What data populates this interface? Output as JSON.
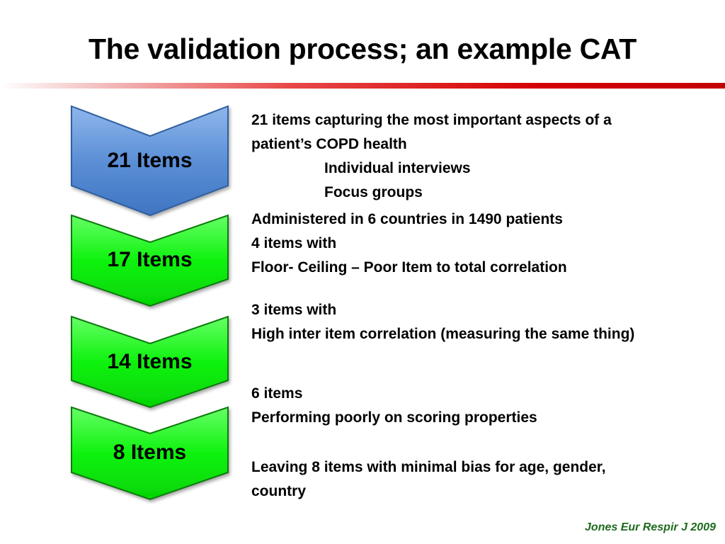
{
  "slide": {
    "title": "The validation process; an example CAT",
    "citation": "Jones  Eur Respir J 2009",
    "accent_color": "#d40000",
    "chevrons": [
      {
        "label": "21 Items",
        "color": "#5b8fd6"
      },
      {
        "label": "17 Items",
        "color": "#0ef20e"
      },
      {
        "label": "14 Items",
        "color": "#0ef20e"
      },
      {
        "label": "8 Items",
        "color": "#0ef20e"
      }
    ],
    "blocks": [
      {
        "lines": [
          "21 items capturing  the most important aspects of a",
          "patient’s COPD health"
        ],
        "sub": [
          "Individual interviews",
          "Focus groups"
        ]
      },
      {
        "lines": [
          "Administered in 6 countries in 1490 patients",
          "4 items with",
          "Floor- Ceiling – Poor Item to total correlation"
        ]
      },
      {
        "lines": [
          "3 items with",
          "High inter item correlation (measuring the same thing)"
        ]
      },
      {
        "lines": [
          "6 items",
          "Performing poorly on scoring properties"
        ]
      },
      {
        "lines": [
          "Leaving 8 items with minimal bias for age, gender,",
          "country"
        ]
      }
    ]
  }
}
